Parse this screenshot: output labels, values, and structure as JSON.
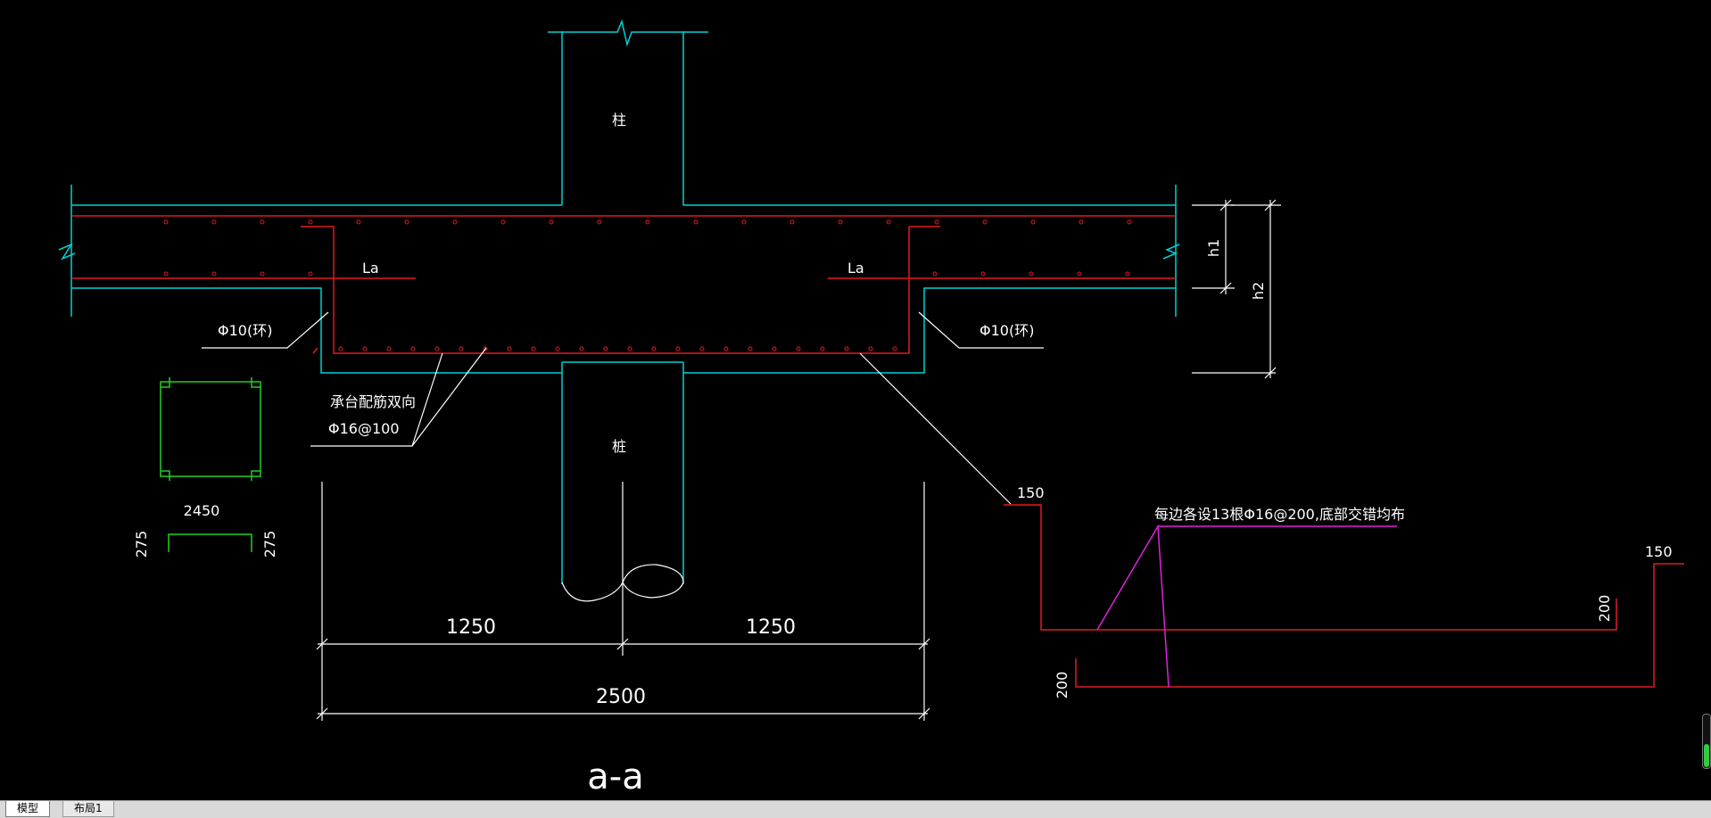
{
  "colors": {
    "background": "#000000",
    "concrete_outline": "#00d2d2",
    "rebar": "#e01b24",
    "dimension": "#ffffff",
    "stirrup": "#20d020",
    "annotation": "#e020e0"
  },
  "labels": {
    "column_top": "柱",
    "pile": "桩",
    "la_left": "La",
    "la_right": "La",
    "stirrup_left": "Φ10(环)",
    "stirrup_right": "Φ10(环)",
    "cap_rebar_line1": "承台配筋双向",
    "cap_rebar_line2": "Φ16@100",
    "h1": "h1",
    "h2": "h2",
    "dim_half_left": "1250",
    "dim_half_right": "1250",
    "dim_total": "2500",
    "section_title": "a-a",
    "stirrup_width": "2450",
    "stirrup_leg_left": "275",
    "stirrup_leg_right": "275",
    "bar_note": "每边各设13根Φ16@200,底部交错均布",
    "bar_dim_150_left": "150",
    "bar_dim_150_right": "150",
    "bar_dim_200_right": "200",
    "bar_dim_200_left": "200"
  },
  "tabs": {
    "model": "模型",
    "layout1": "布局1"
  },
  "scroll_indicator_fill": 0.45
}
